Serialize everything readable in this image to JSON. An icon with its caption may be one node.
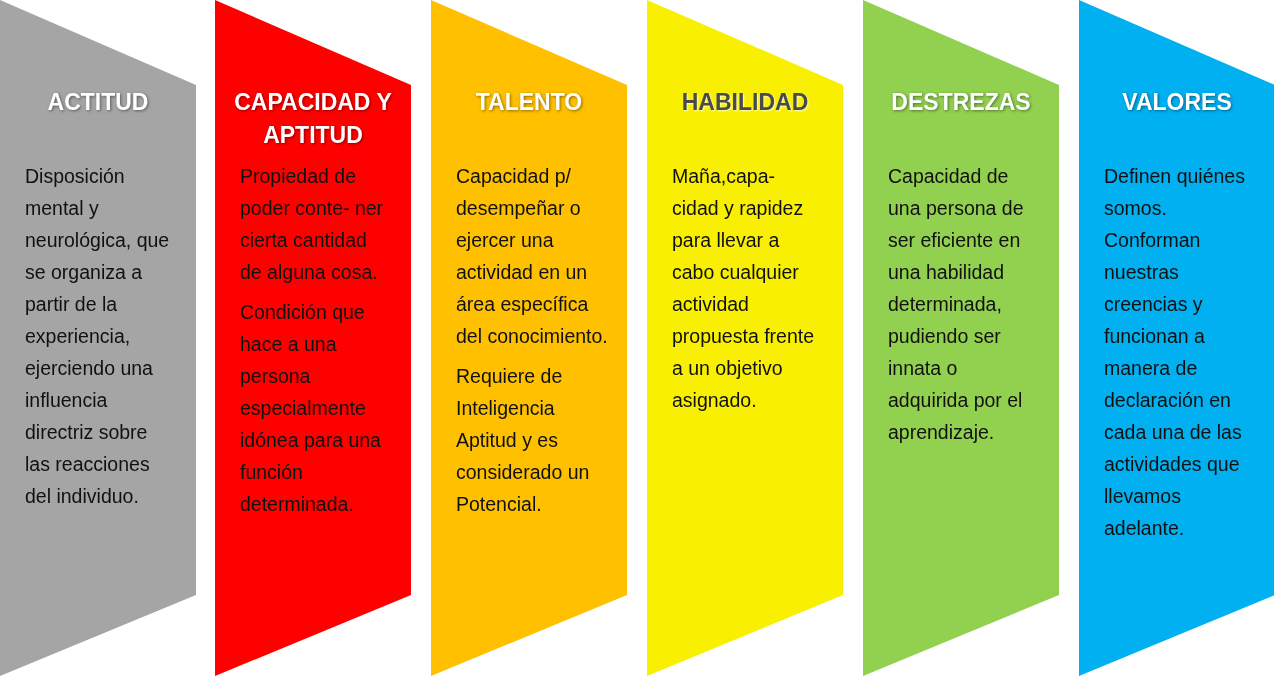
{
  "diagram": {
    "nodes": [
      {
        "text": [
          "ACTITUD",
          "Disposición mental y neurológica, que se organiza a partir de la experiencia, ejerciendo una influencia directriz sobre las reacciones del individuo."
        ]
      },
      {
        "text": [
          "CAPACIDAD Y APTITUD",
          "Propiedad de poder conte- ner cierta cantidad de alguna cosa.",
          "Condición que hace a una persona especialmente idónea para una función determinada."
        ]
      },
      {
        "text": [
          "TALENTO",
          "Capacidad p/ desempeñar o ejercer una actividad en un área específica del conocimiento.",
          "Requiere de Inteligencia Aptitud y es considerado un Potencial."
        ]
      },
      {
        "text": [
          "HABILIDAD",
          "Maña,capa- cidad y rapidez para llevar a cabo cualquier actividad propuesta frente a un objetivo asignado."
        ]
      },
      {
        "text": [
          "DESTREZAS",
          "Capacidad de una persona de ser eficiente en una habilidad determinada, pudiendo ser innata o adquirida por el aprendizaje."
        ]
      },
      {
        "text": [
          "VALORES",
          "Definen quiénes somos. Conforman nuestras creencias y funcionan a manera de declaración en cada una de las actividades que llevamos adelante."
        ]
      }
    ]
  }
}
